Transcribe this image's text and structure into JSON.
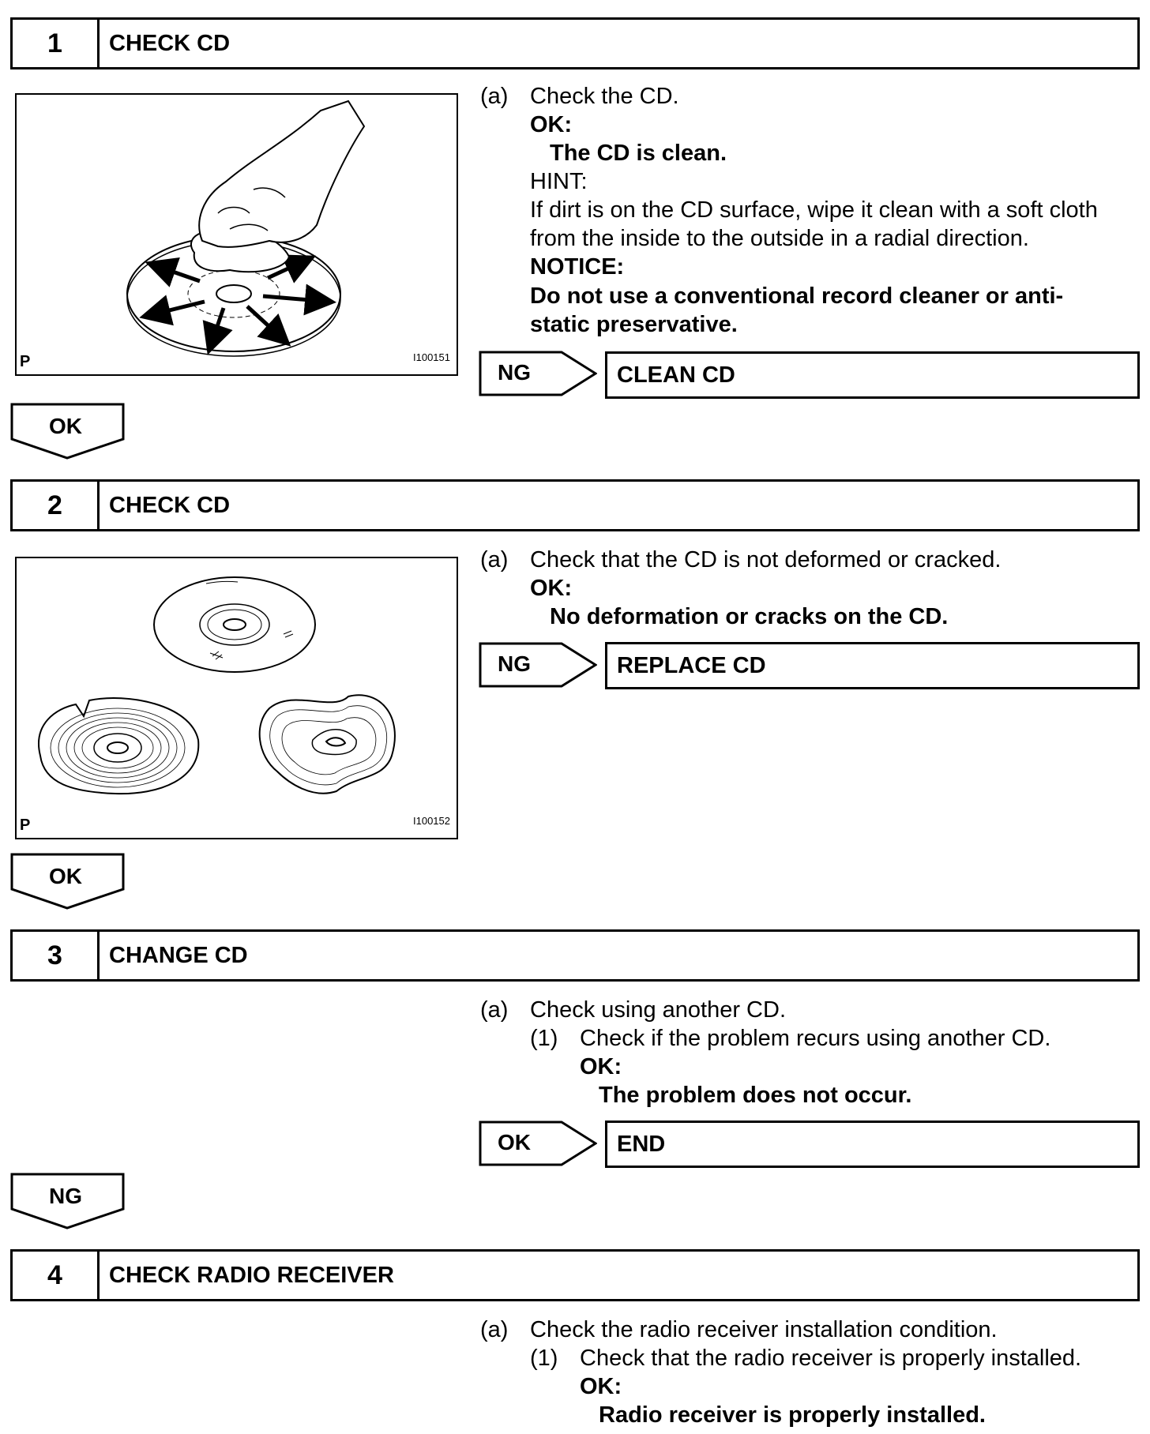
{
  "steps": [
    {
      "number": "1",
      "title": "CHECK CD",
      "figure_label": "P",
      "figure_code": "I100151",
      "item_label": "(a)",
      "instruction": "Check the CD.",
      "ok_label": "OK:",
      "ok_text": "The CD is clean.",
      "hint_label": "HINT:",
      "hint_lines": [
        "If dirt is on the CD surface, wipe it clean with a soft cloth",
        "from the inside to the outside in a radial direction."
      ],
      "notice_label": "NOTICE:",
      "notice_lines": [
        "Do not use a conventional record cleaner or anti-",
        "static preservative."
      ],
      "branch_label": "NG",
      "branch_result": "CLEAN CD",
      "continue_label": "OK"
    },
    {
      "number": "2",
      "title": "CHECK CD",
      "figure_label": "P",
      "figure_code": "I100152",
      "item_label": "(a)",
      "instruction": "Check that the CD is not deformed or cracked.",
      "ok_label": "OK:",
      "ok_text": "No deformation or cracks on the CD.",
      "branch_label": "NG",
      "branch_result": "REPLACE CD",
      "continue_label": "OK"
    },
    {
      "number": "3",
      "title": "CHANGE CD",
      "item_label": "(a)",
      "instruction": "Check using another CD.",
      "sub_label": "(1)",
      "sub_instruction": "Check if the problem recurs using another CD.",
      "ok_label": "OK:",
      "ok_text": "The problem does not occur.",
      "branch_label": "OK",
      "branch_result": "END",
      "continue_label": "NG"
    },
    {
      "number": "4",
      "title": "CHECK RADIO RECEIVER",
      "item_label": "(a)",
      "instruction": "Check the radio receiver installation condition.",
      "sub_label": "(1)",
      "sub_instruction": "Check that the radio receiver is properly installed.",
      "ok_label": "OK:",
      "ok_text": "Radio receiver is properly installed."
    }
  ]
}
